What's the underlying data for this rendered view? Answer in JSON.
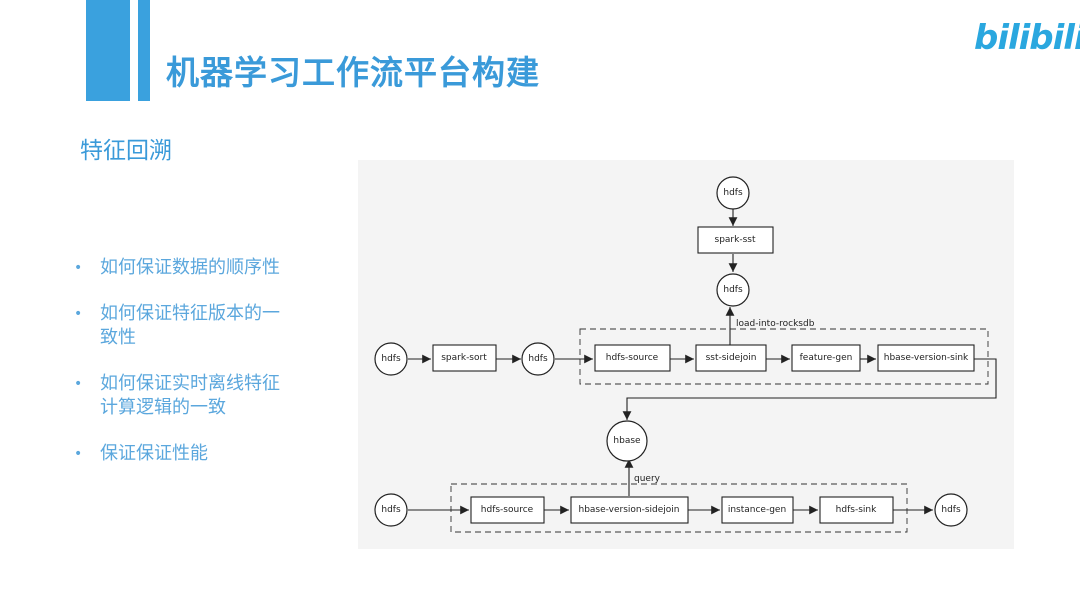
{
  "title": "机器学习工作流平台构建",
  "logo": "bilibili",
  "subtitle": "特征回溯",
  "bullets": [
    "如何保证数据的顺序性",
    "如何保证特征版本的一致性",
    "如何保证实时离线特征计算逻辑的一致",
    "保证保证性能"
  ],
  "colors": {
    "accent": "#3aa1de",
    "text_blue": "#5ba7dd",
    "diagram_bg": "#f4f4f4"
  },
  "diagram": {
    "nodes": {
      "hdfs_top": "hdfs",
      "spark_sst": "spark-sst",
      "hdfs_mid": "hdfs",
      "hdfs_left1": "hdfs",
      "spark_sort": "spark-sort",
      "hdfs_left2": "hdfs",
      "hdfs_source1": "hdfs-source",
      "sst_sidejoin": "sst-sidejoin",
      "feature_gen": "feature-gen",
      "hbase_version_sink": "hbase-version-sink",
      "hbase": "hbase",
      "hdfs_bottom_left": "hdfs",
      "hdfs_source2": "hdfs-source",
      "hbase_version_sidejoin": "hbase-version-sidejoin",
      "instance_gen": "instance-gen",
      "hdfs_sink": "hdfs-sink",
      "hdfs_bottom_right": "hdfs"
    },
    "edge_labels": {
      "load_into_rocksdb": "load-into-rocksdb",
      "query": "query"
    }
  }
}
